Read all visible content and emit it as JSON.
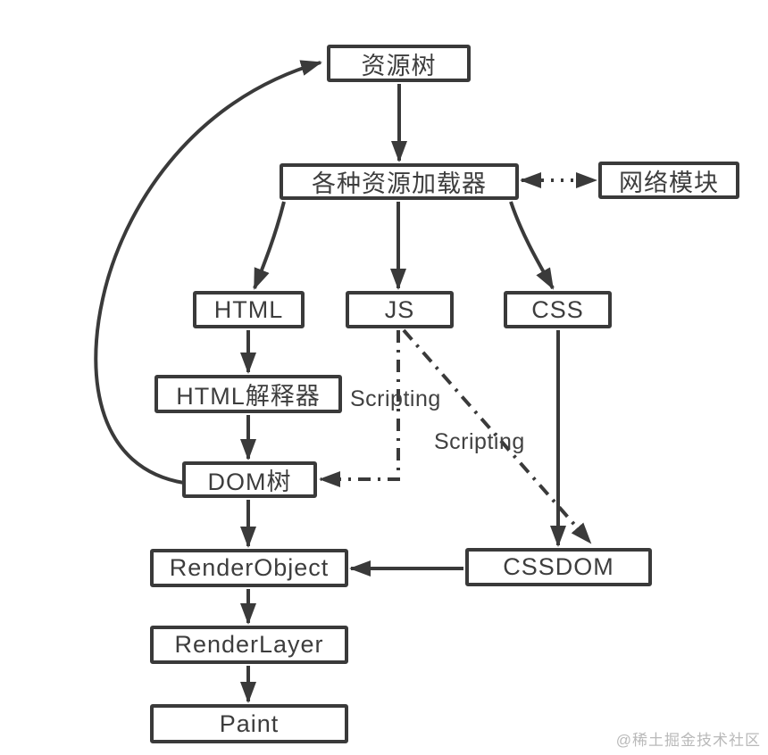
{
  "diagram": {
    "description": "Browser rendering pipeline flowchart",
    "nodes": {
      "resource_tree": {
        "label": "资源树"
      },
      "loaders": {
        "label": "各种资源加载器"
      },
      "network": {
        "label": "网络模块"
      },
      "html": {
        "label": "HTML"
      },
      "js": {
        "label": "JS"
      },
      "css": {
        "label": "CSS"
      },
      "html_parser": {
        "label": "HTML解释器"
      },
      "dom_tree": {
        "label": "DOM树"
      },
      "render_object": {
        "label": "RenderObject"
      },
      "cssdom": {
        "label": "CSSDOM"
      },
      "render_layer": {
        "label": "RenderLayer"
      },
      "paint": {
        "label": "Paint"
      }
    },
    "edge_labels": {
      "scripting_js_dom": {
        "text": "Scripting"
      },
      "scripting_js_cssdom": {
        "text": "Scripting"
      }
    },
    "edges": [
      {
        "from": "resource_tree",
        "to": "loaders",
        "style": "solid",
        "arrow": "end"
      },
      {
        "from": "loaders",
        "to": "network",
        "style": "dotted",
        "arrow": "both"
      },
      {
        "from": "loaders",
        "to": "html",
        "style": "solid",
        "arrow": "end"
      },
      {
        "from": "loaders",
        "to": "js",
        "style": "solid",
        "arrow": "end"
      },
      {
        "from": "loaders",
        "to": "css",
        "style": "solid",
        "arrow": "end"
      },
      {
        "from": "html",
        "to": "html_parser",
        "style": "solid",
        "arrow": "end"
      },
      {
        "from": "html_parser",
        "to": "dom_tree",
        "style": "solid",
        "arrow": "end"
      },
      {
        "from": "dom_tree",
        "to": "render_object",
        "style": "solid",
        "arrow": "end"
      },
      {
        "from": "render_object",
        "to": "render_layer",
        "style": "solid",
        "arrow": "end"
      },
      {
        "from": "render_layer",
        "to": "paint",
        "style": "solid",
        "arrow": "end"
      },
      {
        "from": "css",
        "to": "cssdom",
        "style": "solid",
        "arrow": "end"
      },
      {
        "from": "cssdom",
        "to": "render_object",
        "style": "solid",
        "arrow": "end"
      },
      {
        "from": "js",
        "to": "dom_tree",
        "style": "dashdot",
        "arrow": "end",
        "label": "Scripting"
      },
      {
        "from": "js",
        "to": "cssdom",
        "style": "dashdot",
        "arrow": "end",
        "label": "Scripting"
      },
      {
        "from": "dom_tree",
        "to": "resource_tree",
        "style": "solid",
        "arrow": "end",
        "shape": "curve-left"
      }
    ],
    "colors": {
      "line": "#3a3a3a",
      "box_border": "#3a3a3a",
      "text": "#3d3d3d",
      "background": "#ffffff",
      "watermark": "#b9b9b9"
    }
  },
  "watermark": {
    "text": "@稀土掘金技术社区"
  }
}
